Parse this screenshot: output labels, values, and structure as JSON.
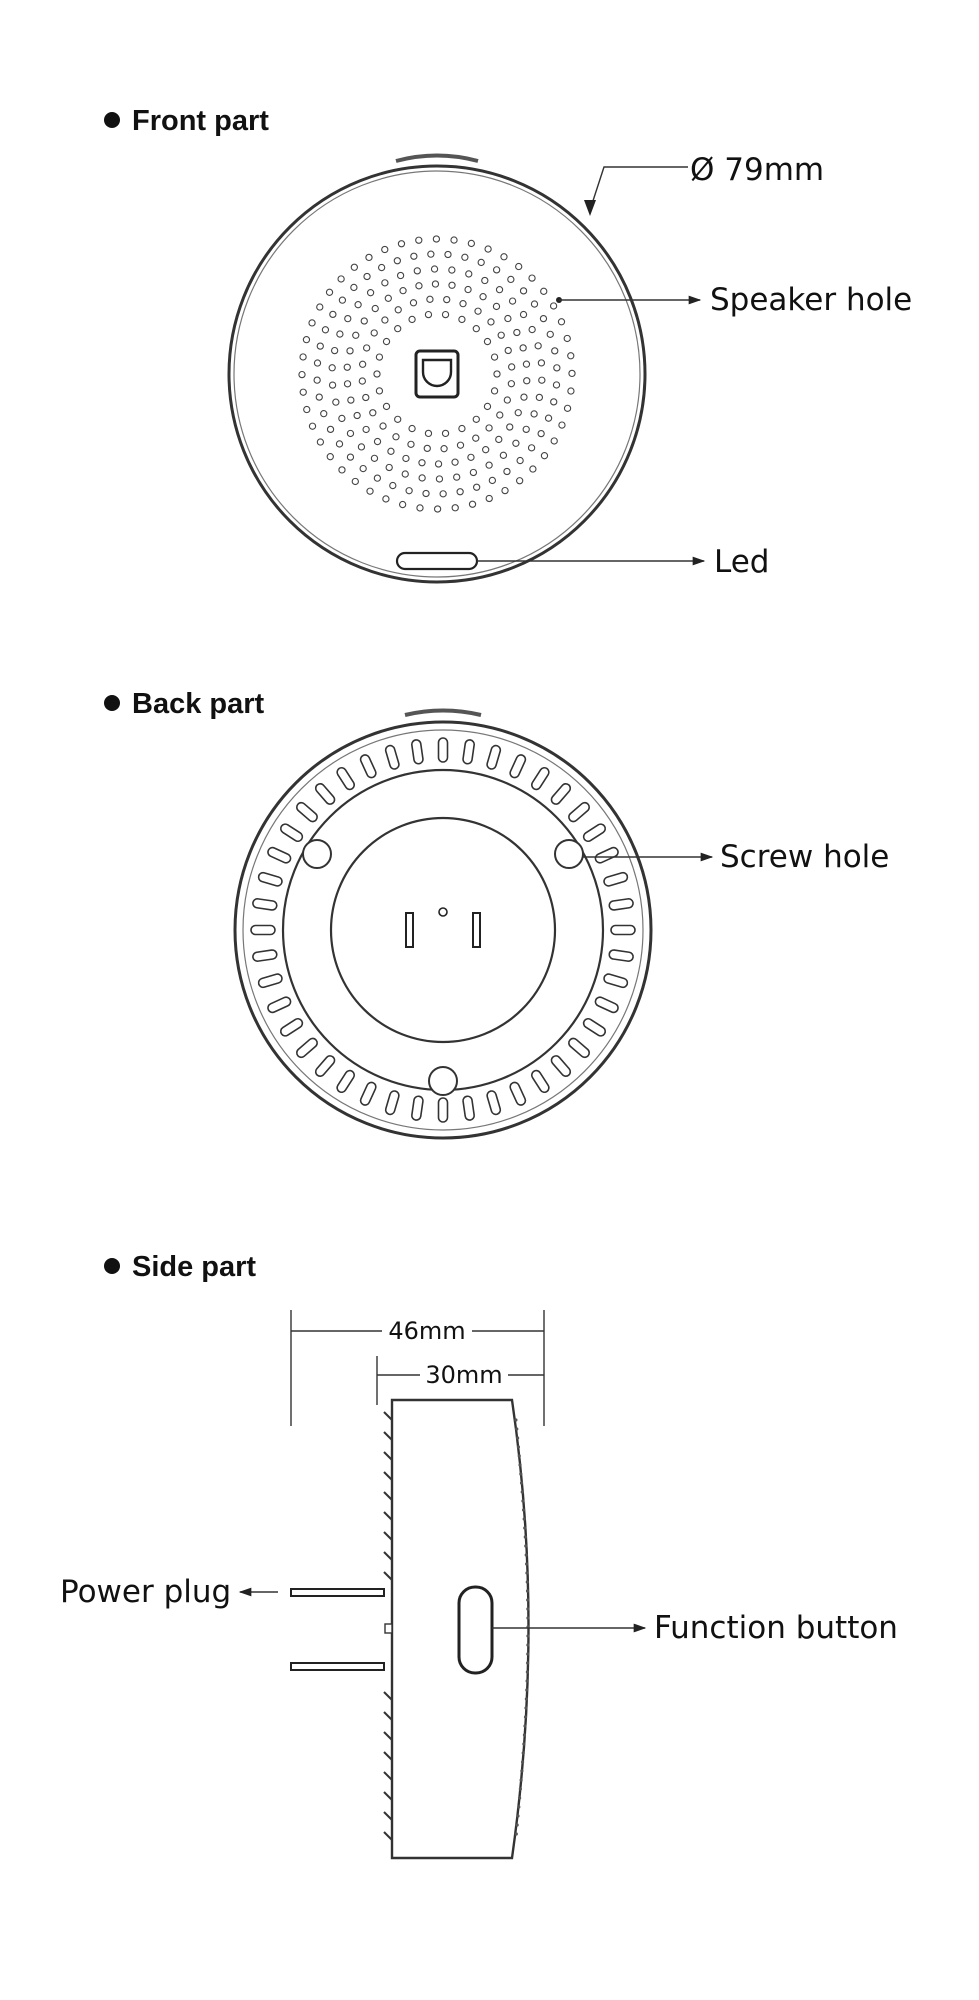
{
  "sections": {
    "front": {
      "heading": "Front part"
    },
    "back": {
      "heading": "Back part"
    },
    "side": {
      "heading": "Side part"
    }
  },
  "callouts": {
    "diameter": "Ø 79mm",
    "speaker_hole": "Speaker hole",
    "led": "Led",
    "screw_hole": "Screw hole",
    "power_plug": "Power plug",
    "function_button": "Function button"
  },
  "dimensions": {
    "total_depth": "46mm",
    "body_depth": "30mm"
  }
}
